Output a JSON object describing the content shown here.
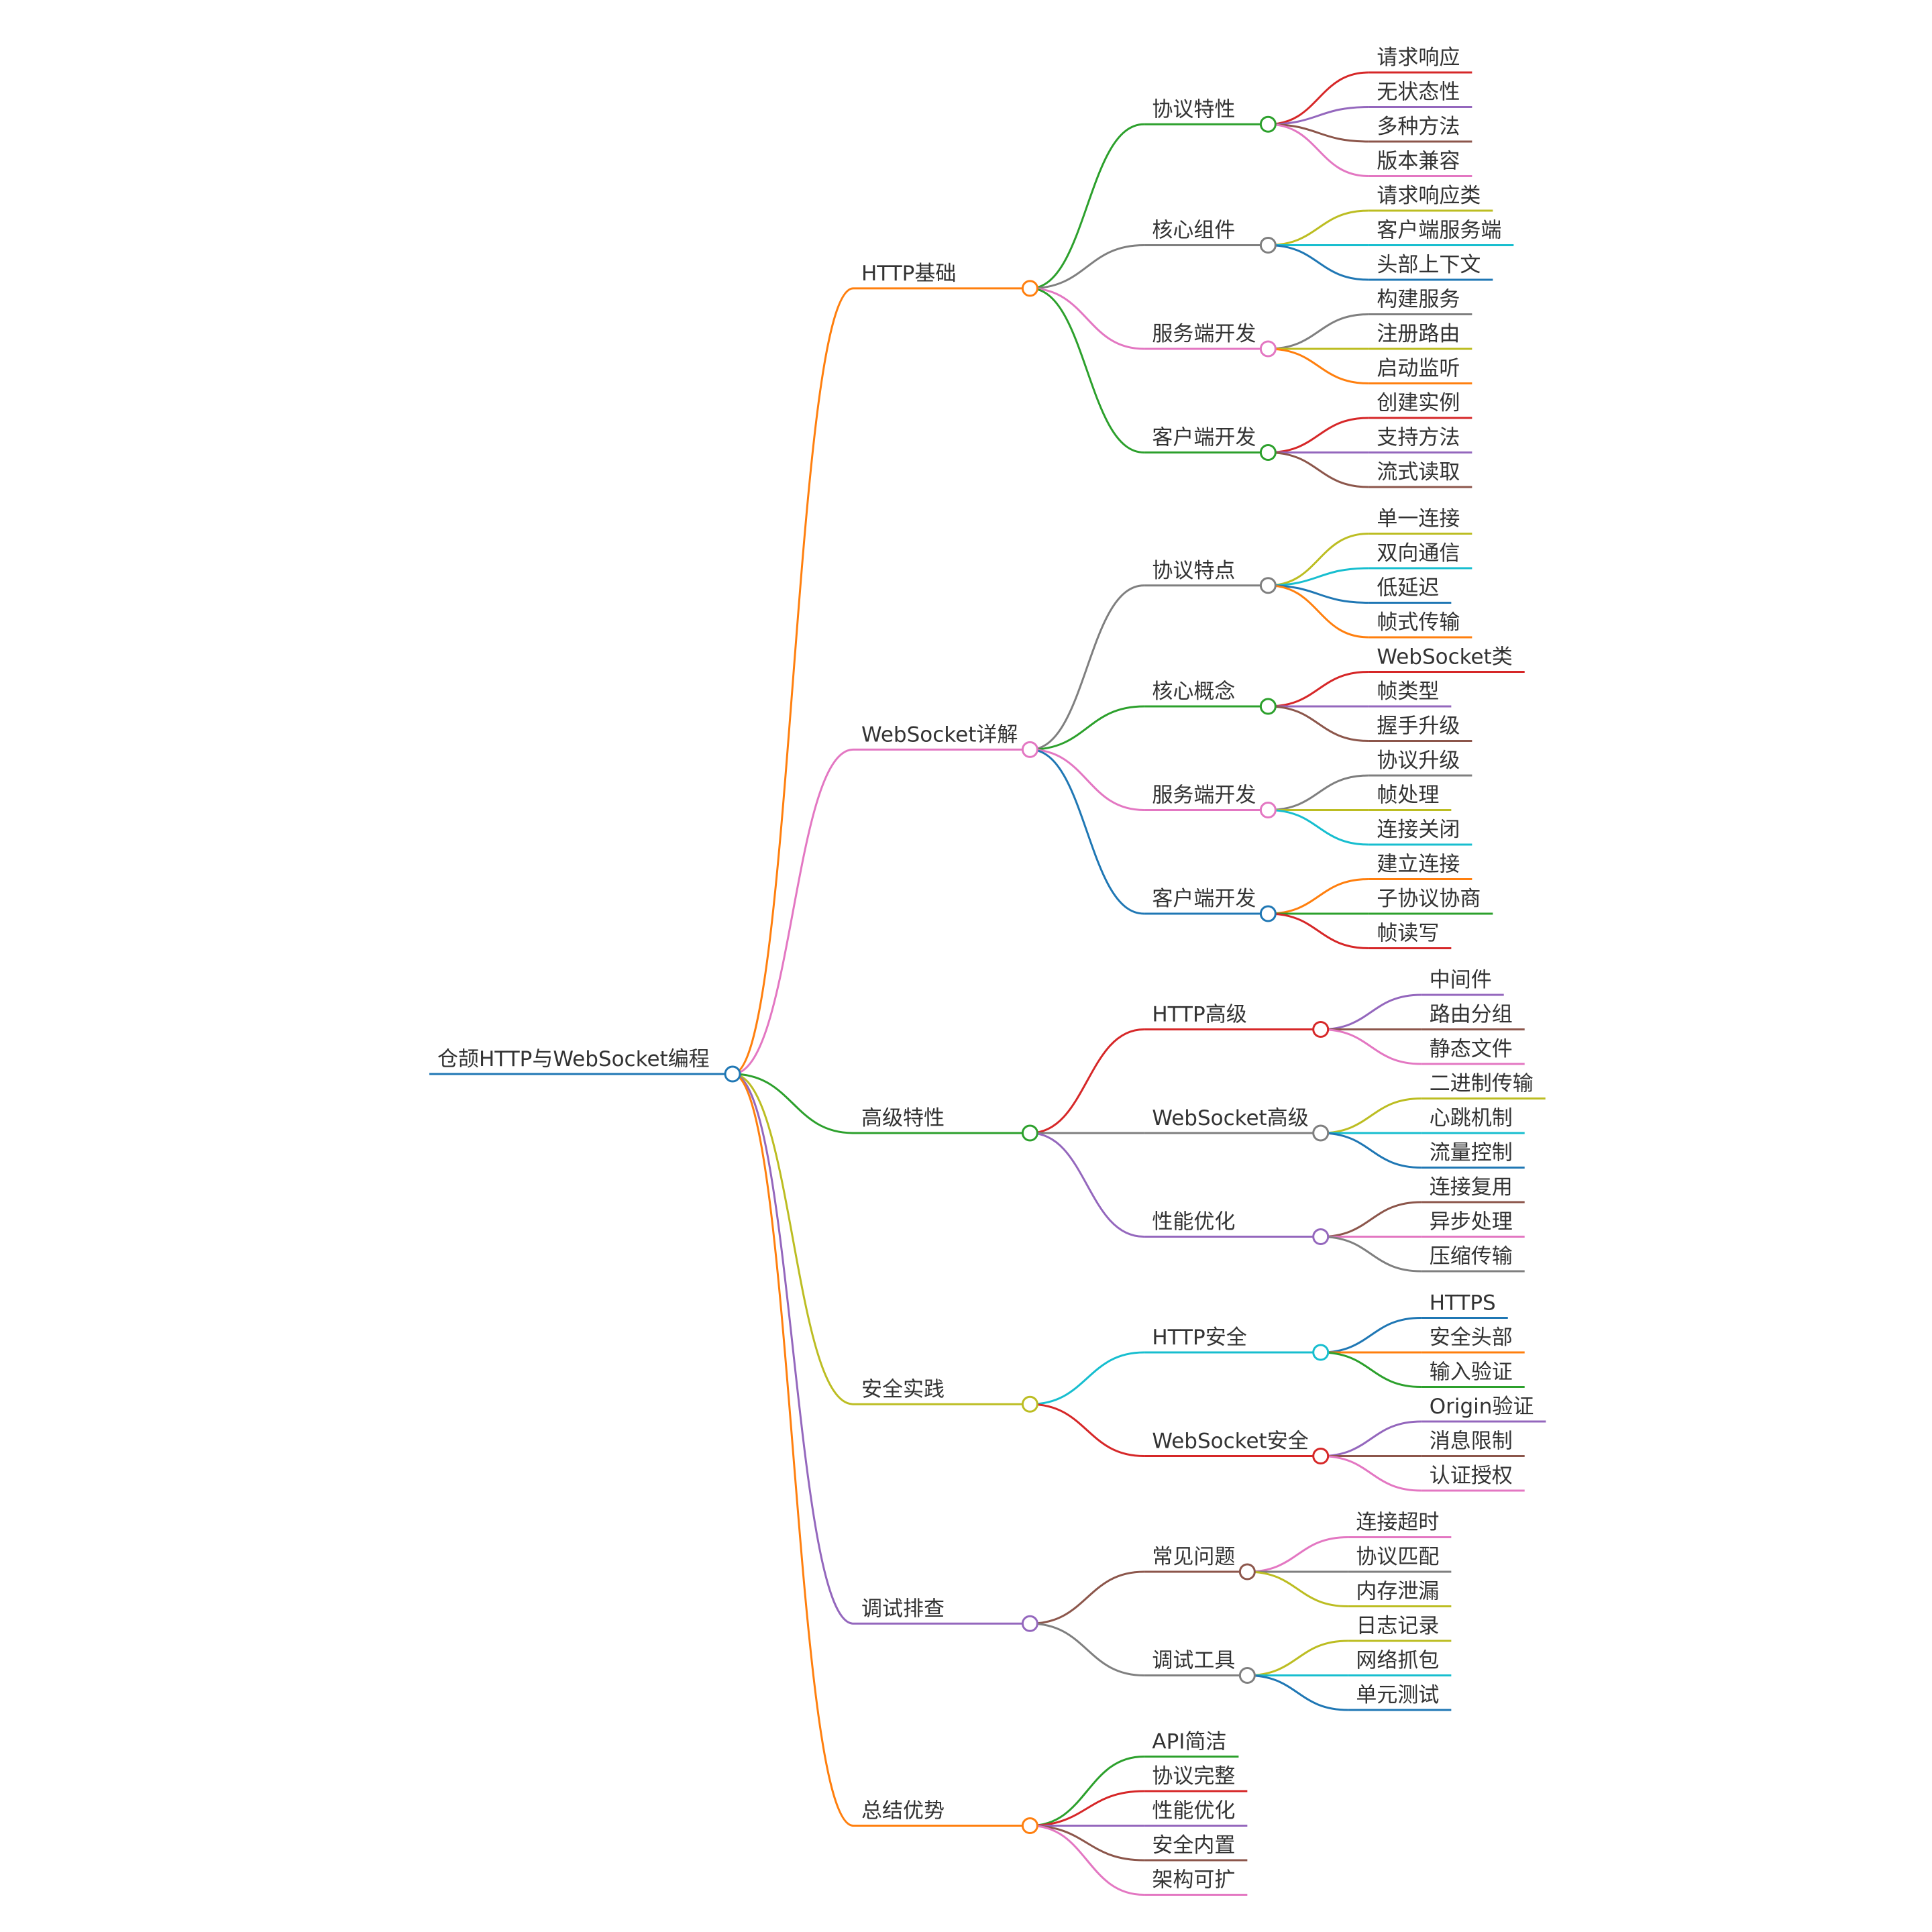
{
  "colors": {
    "orange": "#ff7f0e",
    "pink": "#e377c2",
    "green": "#2ca02c",
    "olive": "#bcbd22",
    "purple": "#9467bd",
    "gray": "#7f7f7f",
    "blue": "#1f77b4",
    "cyan": "#17becf",
    "red": "#d62728",
    "brown": "#8c564b"
  },
  "mindmap": {
    "label": "仓颉HTTP与WebSocket编程",
    "color": "blue",
    "children": [
      {
        "label": "HTTP基础",
        "color": "orange",
        "children": [
          {
            "label": "协议特性",
            "color": "green",
            "children": [
              {
                "label": "请求响应",
                "color": "red"
              },
              {
                "label": "无状态性",
                "color": "purple"
              },
              {
                "label": "多种方法",
                "color": "brown"
              },
              {
                "label": "版本兼容",
                "color": "pink"
              }
            ]
          },
          {
            "label": "核心组件",
            "color": "gray",
            "children": [
              {
                "label": "请求响应类",
                "color": "olive"
              },
              {
                "label": "客户端服务端",
                "color": "cyan"
              },
              {
                "label": "头部上下文",
                "color": "blue"
              }
            ]
          },
          {
            "label": "服务端开发",
            "color": "pink",
            "children": [
              {
                "label": "构建服务",
                "color": "gray"
              },
              {
                "label": "注册路由",
                "color": "olive"
              },
              {
                "label": "启动监听",
                "color": "orange"
              }
            ]
          },
          {
            "label": "客户端开发",
            "color": "green",
            "children": [
              {
                "label": "创建实例",
                "color": "red"
              },
              {
                "label": "支持方法",
                "color": "purple"
              },
              {
                "label": "流式读取",
                "color": "brown"
              }
            ]
          }
        ]
      },
      {
        "label": "WebSocket详解",
        "color": "pink",
        "children": [
          {
            "label": "协议特点",
            "color": "gray",
            "children": [
              {
                "label": "单一连接",
                "color": "olive"
              },
              {
                "label": "双向通信",
                "color": "cyan"
              },
              {
                "label": "低延迟",
                "color": "blue"
              },
              {
                "label": "帧式传输",
                "color": "orange"
              }
            ]
          },
          {
            "label": "核心概念",
            "color": "green",
            "children": [
              {
                "label": "WebSocket类",
                "color": "red"
              },
              {
                "label": "帧类型",
                "color": "purple"
              },
              {
                "label": "握手升级",
                "color": "brown"
              }
            ]
          },
          {
            "label": "服务端开发",
            "color": "pink",
            "children": [
              {
                "label": "协议升级",
                "color": "gray"
              },
              {
                "label": "帧处理",
                "color": "olive"
              },
              {
                "label": "连接关闭",
                "color": "cyan"
              }
            ]
          },
          {
            "label": "客户端开发",
            "color": "blue",
            "children": [
              {
                "label": "建立连接",
                "color": "orange"
              },
              {
                "label": "子协议协商",
                "color": "green"
              },
              {
                "label": "帧读写",
                "color": "red"
              }
            ]
          }
        ]
      },
      {
        "label": "高级特性",
        "color": "green",
        "children": [
          {
            "label": "HTTP高级",
            "color": "red",
            "children": [
              {
                "label": "中间件",
                "color": "purple"
              },
              {
                "label": "路由分组",
                "color": "brown"
              },
              {
                "label": "静态文件",
                "color": "pink"
              }
            ]
          },
          {
            "label": "WebSocket高级",
            "color": "gray",
            "children": [
              {
                "label": "二进制传输",
                "color": "olive"
              },
              {
                "label": "心跳机制",
                "color": "cyan"
              },
              {
                "label": "流量控制",
                "color": "blue"
              }
            ]
          },
          {
            "label": "性能优化",
            "color": "purple",
            "children": [
              {
                "label": "连接复用",
                "color": "brown"
              },
              {
                "label": "异步处理",
                "color": "pink"
              },
              {
                "label": "压缩传输",
                "color": "gray"
              }
            ]
          }
        ]
      },
      {
        "label": "安全实践",
        "color": "olive",
        "children": [
          {
            "label": "HTTP安全",
            "color": "cyan",
            "children": [
              {
                "label": "HTTPS",
                "color": "blue"
              },
              {
                "label": "安全头部",
                "color": "orange"
              },
              {
                "label": "输入验证",
                "color": "green"
              }
            ]
          },
          {
            "label": "WebSocket安全",
            "color": "red",
            "children": [
              {
                "label": "Origin验证",
                "color": "purple"
              },
              {
                "label": "消息限制",
                "color": "brown"
              },
              {
                "label": "认证授权",
                "color": "pink"
              }
            ]
          }
        ]
      },
      {
        "label": "调试排查",
        "color": "purple",
        "children": [
          {
            "label": "常见问题",
            "color": "brown",
            "children": [
              {
                "label": "连接超时",
                "color": "pink"
              },
              {
                "label": "协议匹配",
                "color": "gray"
              },
              {
                "label": "内存泄漏",
                "color": "olive"
              }
            ]
          },
          {
            "label": "调试工具",
            "color": "gray",
            "children": [
              {
                "label": "日志记录",
                "color": "olive"
              },
              {
                "label": "网络抓包",
                "color": "cyan"
              },
              {
                "label": "单元测试",
                "color": "blue"
              }
            ]
          }
        ]
      },
      {
        "label": "总结优势",
        "color": "orange",
        "children": [
          {
            "label": "API简洁",
            "color": "green"
          },
          {
            "label": "协议完整",
            "color": "red"
          },
          {
            "label": "性能优化",
            "color": "purple"
          },
          {
            "label": "安全内置",
            "color": "brown"
          },
          {
            "label": "架构可扩",
            "color": "pink"
          }
        ]
      }
    ]
  }
}
